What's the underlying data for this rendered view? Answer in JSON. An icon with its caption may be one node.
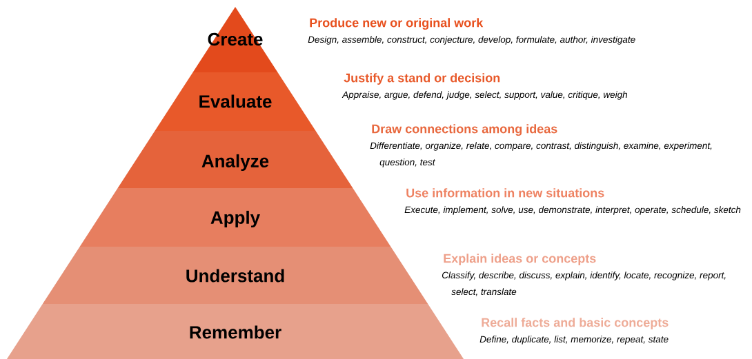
{
  "diagram": {
    "nodes": [
      {
        "text": [
          "Create"
        ],
        "beside": [
          "Produce new or original work",
          "Design, assemble, construct, conjecture, develop, formulate, author, investigate"
        ]
      },
      {
        "text": [
          "Evaluate"
        ],
        "beside": [
          "Justify a stand or decision",
          "Appraise, argue, defend, judge, select, support, value, critique, weigh"
        ]
      },
      {
        "text": [
          "Analyze"
        ],
        "beside": [
          "Draw connections among ideas",
          "Differentiate, organize, relate, compare, contrast, distinguish, examine, experiment, question, test"
        ]
      },
      {
        "text": [
          "Apply"
        ],
        "beside": [
          "Use information in new situations",
          "Execute, implement, solve, use, demonstrate, interpret, operate, schedule, sketch"
        ]
      },
      {
        "text": [
          "Understand"
        ],
        "beside": [
          "Explain ideas or concepts",
          "Classify, describe, discuss, explain, identify, locate, recognize, report, select, translate"
        ]
      },
      {
        "text": [
          "Remember"
        ],
        "beside": [
          "Recall facts and basic concepts",
          "Define, duplicate, list, memorize, repeat, state"
        ]
      }
    ]
  }
}
